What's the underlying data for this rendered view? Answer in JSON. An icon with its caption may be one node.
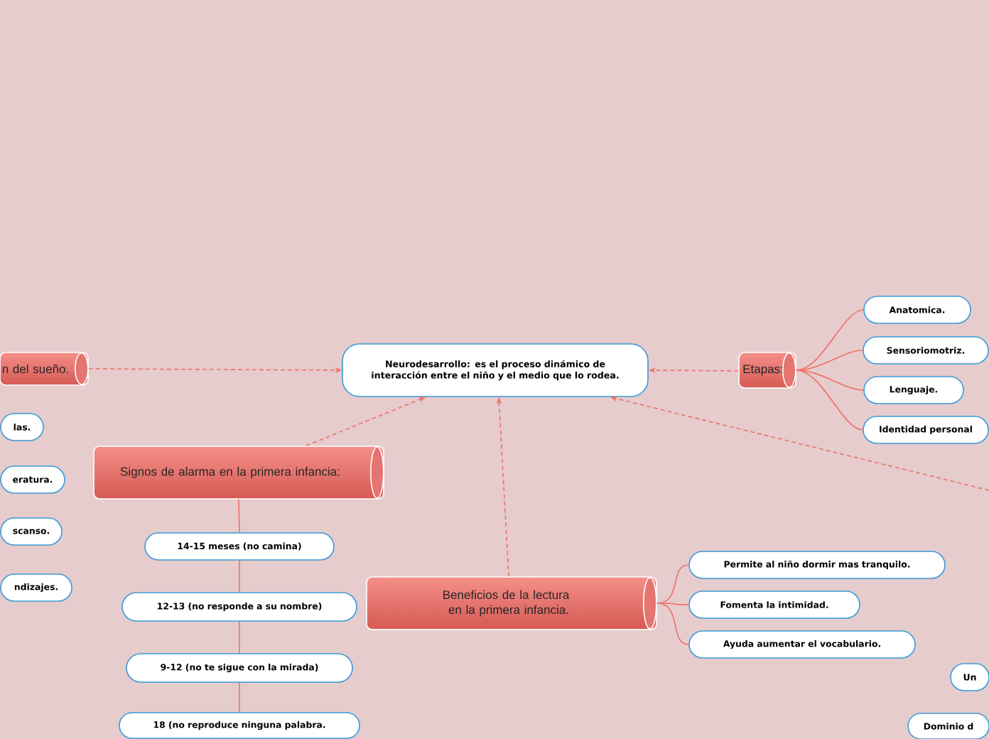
{
  "diagram": {
    "nodes": [
      {
        "text": [
          "Neurodesarrollo: es el proceso dinámico de interacción entre el niño y el medio que lo rodea."
        ]
      },
      {
        "text": [
          "n del sueño."
        ]
      },
      {
        "text": [
          "Etapas:"
        ]
      },
      {
        "text": [
          "Signos de alarma en la primera infancia:"
        ]
      },
      {
        "text": [
          "Beneficios de la lectura en la primera infancia."
        ]
      },
      {
        "text": [
          "las."
        ]
      },
      {
        "text": [
          "eratura."
        ]
      },
      {
        "text": [
          "scanso."
        ]
      },
      {
        "text": [
          "ndizajes."
        ]
      },
      {
        "text": [
          "Anatomica."
        ]
      },
      {
        "text": [
          "Sensoriomotriz."
        ]
      },
      {
        "text": [
          "Lenguaje."
        ]
      },
      {
        "text": [
          "Identidad personal"
        ]
      },
      {
        "text": [
          "14-15 meses (no camina)"
        ]
      },
      {
        "text": [
          "12-13 (no responde a su nombre)"
        ]
      },
      {
        "text": [
          "9-12 (no te sigue con la mirada)"
        ]
      },
      {
        "text": [
          "18 (no reproduce ninguna palabra."
        ]
      },
      {
        "text": [
          "Permite al niño dormir mas tranquilo."
        ]
      },
      {
        "text": [
          "Fomenta la intimidad."
        ]
      },
      {
        "text": [
          "Ayuda aumentar el vocabulario."
        ]
      },
      {
        "text": [
          "Un"
        ]
      },
      {
        "text": [
          "Dominio d"
        ]
      }
    ],
    "edges": [
      {
        "from": 1,
        "to": 0,
        "arrow": "to",
        "style": "dashed"
      },
      {
        "from": 2,
        "to": 0,
        "arrow": "to",
        "style": "dashed"
      },
      {
        "from": 3,
        "to": 0,
        "arrow": "to",
        "style": "dashed"
      },
      {
        "from": 4,
        "to": 0,
        "arrow": "to",
        "style": "dashed"
      },
      {
        "from": null,
        "to": 0,
        "arrow": "to",
        "style": "dashed"
      },
      {
        "from": 2,
        "to": 9,
        "arrow": "none"
      },
      {
        "from": 2,
        "to": 10,
        "arrow": "none"
      },
      {
        "from": 2,
        "to": 11,
        "arrow": "none"
      },
      {
        "from": 2,
        "to": 12,
        "arrow": "none"
      },
      {
        "from": 3,
        "to": 13,
        "arrow": "none"
      },
      {
        "from": 13,
        "to": 14,
        "arrow": "none"
      },
      {
        "from": 14,
        "to": 15,
        "arrow": "none"
      },
      {
        "from": 15,
        "to": 16,
        "arrow": "none"
      },
      {
        "from": 4,
        "to": 17,
        "arrow": "none"
      },
      {
        "from": 4,
        "to": 18,
        "arrow": "none"
      },
      {
        "from": 4,
        "to": 19,
        "arrow": "none"
      }
    ]
  }
}
